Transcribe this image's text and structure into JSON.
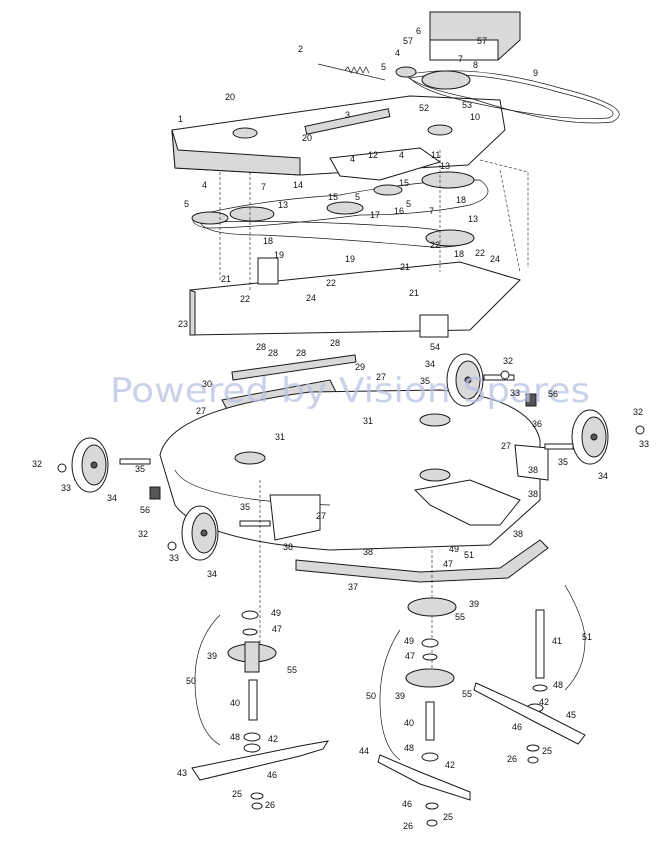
{
  "watermark": "Powered by Vision Spares",
  "callouts": [
    {
      "id": "c1",
      "text": "1"
    },
    {
      "id": "c2",
      "text": "2"
    },
    {
      "id": "c3",
      "text": "3"
    },
    {
      "id": "c4a",
      "text": "4"
    },
    {
      "id": "c4b",
      "text": "4"
    },
    {
      "id": "c4c",
      "text": "4"
    },
    {
      "id": "c4d",
      "text": "4"
    },
    {
      "id": "c5a",
      "text": "5"
    },
    {
      "id": "c5b",
      "text": "5"
    },
    {
      "id": "c5c",
      "text": "5"
    },
    {
      "id": "c5d",
      "text": "5"
    },
    {
      "id": "c6",
      "text": "6"
    },
    {
      "id": "c7a",
      "text": "7"
    },
    {
      "id": "c7b",
      "text": "7"
    },
    {
      "id": "c7c",
      "text": "7"
    },
    {
      "id": "c8",
      "text": "8"
    },
    {
      "id": "c9",
      "text": "9"
    },
    {
      "id": "c10",
      "text": "10"
    },
    {
      "id": "c11",
      "text": "11"
    },
    {
      "id": "c12",
      "text": "12"
    },
    {
      "id": "c13a",
      "text": "13"
    },
    {
      "id": "c13b",
      "text": "13"
    },
    {
      "id": "c13c",
      "text": "13"
    },
    {
      "id": "c14",
      "text": "14"
    },
    {
      "id": "c15a",
      "text": "15"
    },
    {
      "id": "c15b",
      "text": "15"
    },
    {
      "id": "c16",
      "text": "16"
    },
    {
      "id": "c17",
      "text": "17"
    },
    {
      "id": "c18a",
      "text": "18"
    },
    {
      "id": "c18b",
      "text": "18"
    },
    {
      "id": "c18c",
      "text": "18"
    },
    {
      "id": "c19a",
      "text": "19"
    },
    {
      "id": "c19b",
      "text": "19"
    },
    {
      "id": "c20a",
      "text": "20"
    },
    {
      "id": "c20b",
      "text": "20"
    },
    {
      "id": "c21a",
      "text": "21"
    },
    {
      "id": "c21b",
      "text": "21"
    },
    {
      "id": "c21c",
      "text": "21"
    },
    {
      "id": "c22a",
      "text": "22"
    },
    {
      "id": "c22b",
      "text": "22"
    },
    {
      "id": "c22c",
      "text": "22"
    },
    {
      "id": "c22d",
      "text": "22"
    },
    {
      "id": "c23",
      "text": "23"
    },
    {
      "id": "c24a",
      "text": "24"
    },
    {
      "id": "c24b",
      "text": "24"
    },
    {
      "id": "c25a",
      "text": "25"
    },
    {
      "id": "c25b",
      "text": "25"
    },
    {
      "id": "c25c",
      "text": "25"
    },
    {
      "id": "c26a",
      "text": "26"
    },
    {
      "id": "c26b",
      "text": "26"
    },
    {
      "id": "c26c",
      "text": "26"
    },
    {
      "id": "c27a",
      "text": "27"
    },
    {
      "id": "c27b",
      "text": "27"
    },
    {
      "id": "c27c",
      "text": "27"
    },
    {
      "id": "c27d",
      "text": "27"
    },
    {
      "id": "c28a",
      "text": "28"
    },
    {
      "id": "c28b",
      "text": "28"
    },
    {
      "id": "c28c",
      "text": "28"
    },
    {
      "id": "c28d",
      "text": "28"
    },
    {
      "id": "c29",
      "text": "29"
    },
    {
      "id": "c30",
      "text": "30"
    },
    {
      "id": "c31a",
      "text": "31"
    },
    {
      "id": "c31b",
      "text": "31"
    },
    {
      "id": "c32a",
      "text": "32"
    },
    {
      "id": "c32b",
      "text": "32"
    },
    {
      "id": "c32c",
      "text": "32"
    },
    {
      "id": "c32d",
      "text": "32"
    },
    {
      "id": "c33a",
      "text": "33"
    },
    {
      "id": "c33b",
      "text": "33"
    },
    {
      "id": "c33c",
      "text": "33"
    },
    {
      "id": "c33d",
      "text": "33"
    },
    {
      "id": "c34a",
      "text": "34"
    },
    {
      "id": "c34b",
      "text": "34"
    },
    {
      "id": "c34c",
      "text": "34"
    },
    {
      "id": "c34d",
      "text": "34"
    },
    {
      "id": "c35a",
      "text": "35"
    },
    {
      "id": "c35b",
      "text": "35"
    },
    {
      "id": "c35c",
      "text": "35"
    },
    {
      "id": "c35d",
      "text": "35"
    },
    {
      "id": "c36",
      "text": "36"
    },
    {
      "id": "c37",
      "text": "37"
    },
    {
      "id": "c38a",
      "text": "38"
    },
    {
      "id": "c38b",
      "text": "38"
    },
    {
      "id": "c38c",
      "text": "38"
    },
    {
      "id": "c38d",
      "text": "38"
    },
    {
      "id": "c38e",
      "text": "38"
    },
    {
      "id": "c39a",
      "text": "39"
    },
    {
      "id": "c39b",
      "text": "39"
    },
    {
      "id": "c39c",
      "text": "39"
    },
    {
      "id": "c40a",
      "text": "40"
    },
    {
      "id": "c40b",
      "text": "40"
    },
    {
      "id": "c41",
      "text": "41"
    },
    {
      "id": "c42a",
      "text": "42"
    },
    {
      "id": "c42b",
      "text": "42"
    },
    {
      "id": "c42c",
      "text": "42"
    },
    {
      "id": "c43",
      "text": "43"
    },
    {
      "id": "c44",
      "text": "44"
    },
    {
      "id": "c45",
      "text": "45"
    },
    {
      "id": "c46a",
      "text": "46"
    },
    {
      "id": "c46b",
      "text": "46"
    },
    {
      "id": "c46c",
      "text": "46"
    },
    {
      "id": "c47a",
      "text": "47"
    },
    {
      "id": "c47b",
      "text": "47"
    },
    {
      "id": "c47c",
      "text": "47"
    },
    {
      "id": "c48a",
      "text": "48"
    },
    {
      "id": "c48b",
      "text": "48"
    },
    {
      "id": "c48c",
      "text": "48"
    },
    {
      "id": "c49a",
      "text": "49"
    },
    {
      "id": "c49b",
      "text": "49"
    },
    {
      "id": "c49c",
      "text": "49"
    },
    {
      "id": "c50a",
      "text": "50"
    },
    {
      "id": "c50b",
      "text": "50"
    },
    {
      "id": "c51a",
      "text": "51"
    },
    {
      "id": "c51b",
      "text": "51"
    },
    {
      "id": "c52",
      "text": "52"
    },
    {
      "id": "c53",
      "text": "53"
    },
    {
      "id": "c54",
      "text": "54"
    },
    {
      "id": "c55a",
      "text": "55"
    },
    {
      "id": "c55b",
      "text": "55"
    },
    {
      "id": "c55c",
      "text": "55"
    },
    {
      "id": "c56a",
      "text": "56"
    },
    {
      "id": "c56b",
      "text": "56"
    },
    {
      "id": "c57a",
      "text": "57"
    },
    {
      "id": "c57b",
      "text": "57"
    }
  ]
}
